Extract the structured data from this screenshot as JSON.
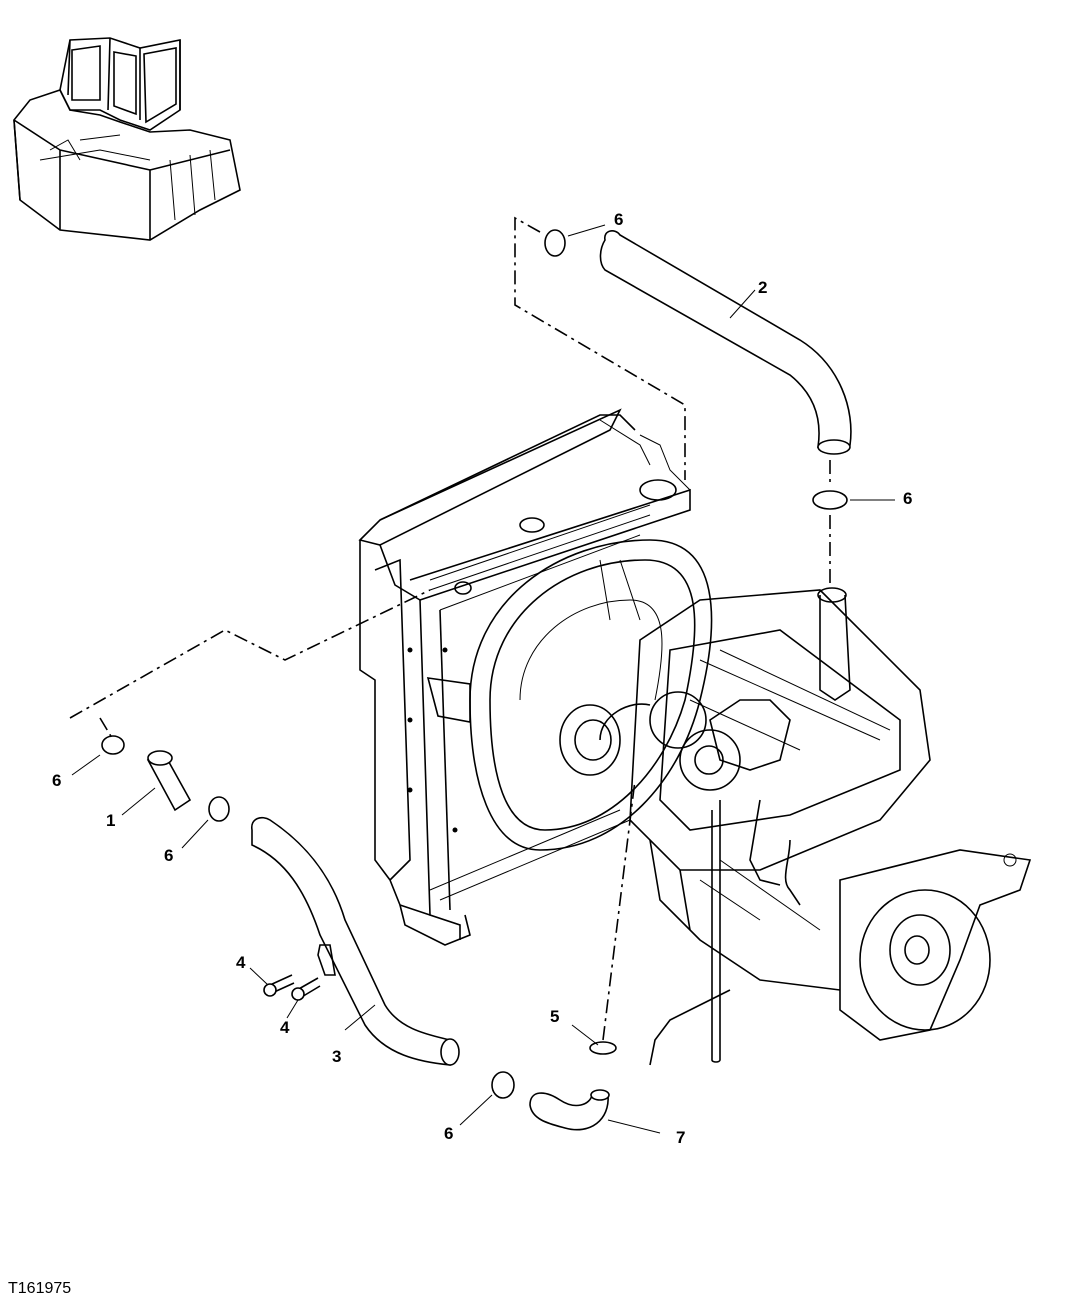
{
  "figure_id": "T161975",
  "callouts": {
    "c1": "1",
    "c2": "2",
    "c3": "3",
    "c4a": "4",
    "c4b": "4",
    "c5": "5",
    "c6a": "6",
    "c6b": "6",
    "c6c": "6",
    "c6d": "6",
    "c6e": "6",
    "c7": "7"
  }
}
